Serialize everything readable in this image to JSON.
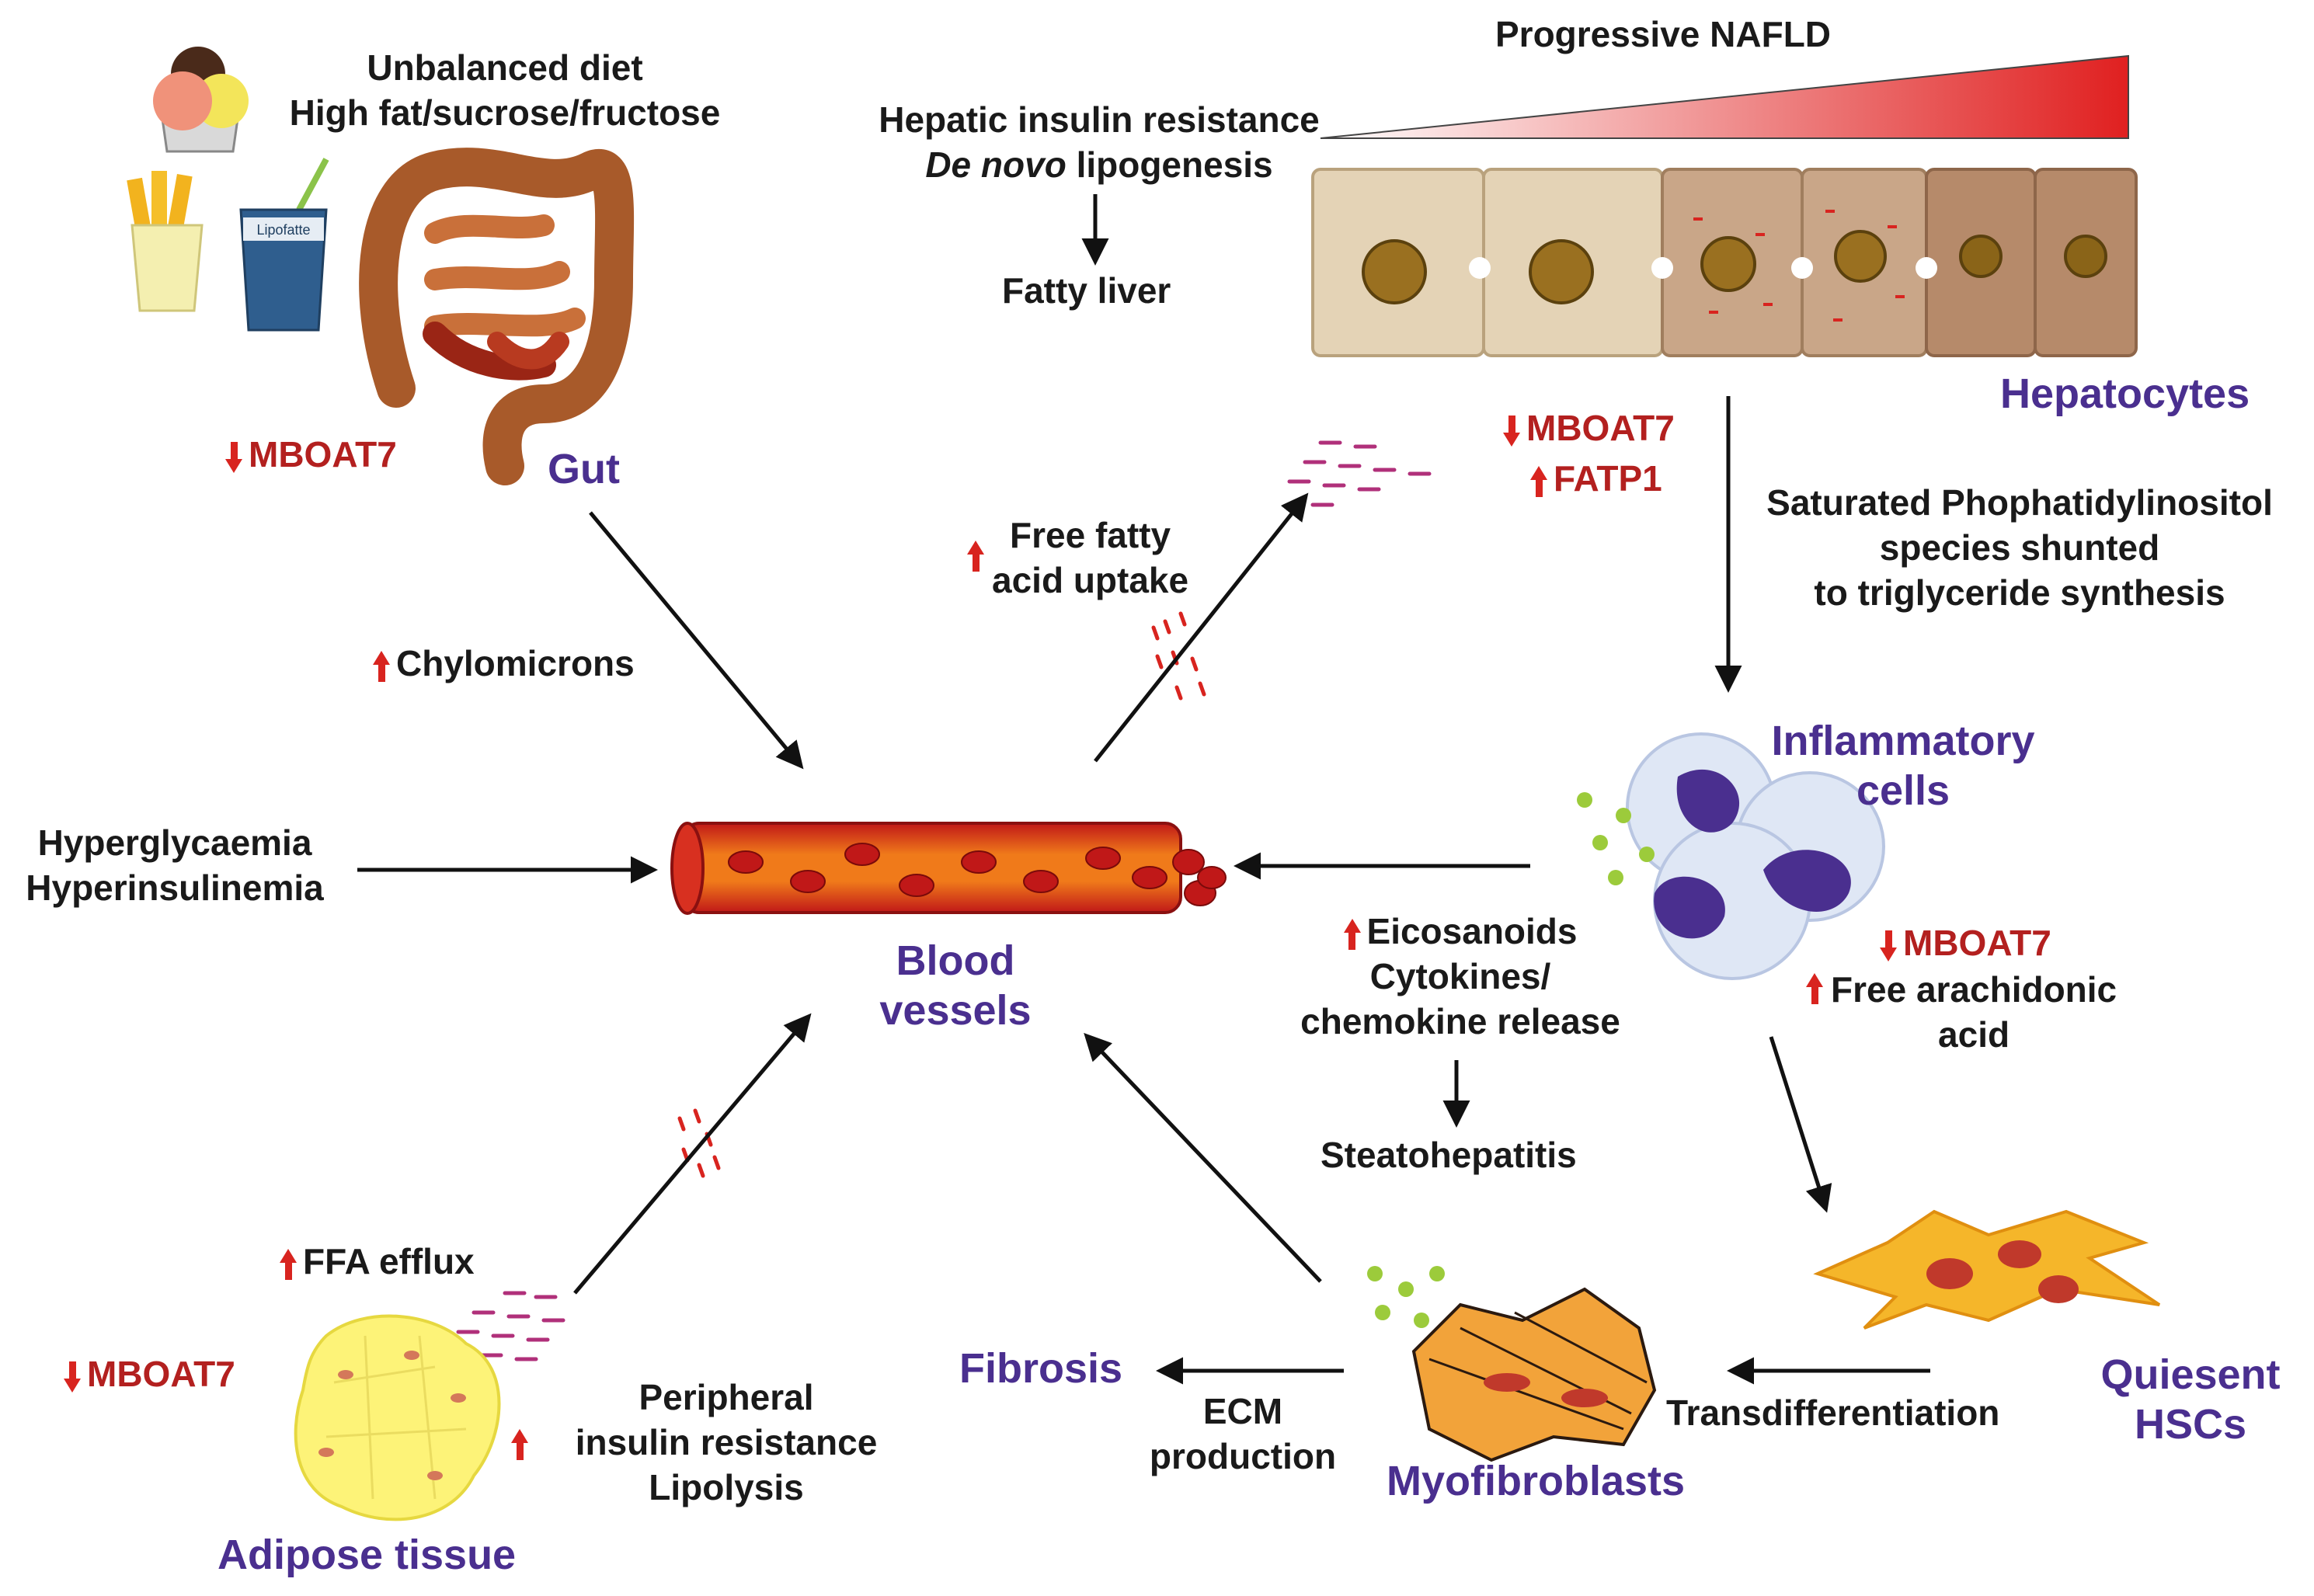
{
  "top_gradient": {
    "label": "Progressive NAFLD",
    "color_start": "#ffffff",
    "color_end": "#e02020"
  },
  "diet": {
    "line1": "Unbalanced diet",
    "line2": "High fat/sucrose/fructose",
    "cup_text": "Lipofatte"
  },
  "liver_top": {
    "line1": "Hepatic insulin resistance",
    "line2_italic": "De novo",
    "line2_rest": " lipogenesis",
    "result": "Fatty liver"
  },
  "nodes": {
    "gut": "Gut",
    "hepatocytes": "Hepatocytes",
    "blood_line1": "Blood",
    "blood_line2": "vessels",
    "inflammatory_line1": "Inflammatory",
    "inflammatory_line2": "cells",
    "quiescent_line1": "Quiesent",
    "quiescent_line2": "HSCs",
    "myofibroblasts": "Myofibroblasts",
    "fibrosis": "Fibrosis",
    "adipose": "Adipose tissue"
  },
  "markers": {
    "mboat7": "MBOAT7",
    "fatp1": "FATP1"
  },
  "edges": {
    "chylomicrons": "Chylomicrons",
    "ffa_uptake_line1": "Free fatty",
    "ffa_uptake_line2": "acid uptake",
    "hyper_line1": "Hyperglycaemia",
    "hyper_line2": "Hyperinsulinemia",
    "saturated_line1": "Saturated Phophatidylinositol",
    "saturated_line2": "species shunted",
    "saturated_line3": "to triglyceride synthesis",
    "eico_line1": "Eicosanoids",
    "eico_line2": "Cytokines/",
    "eico_line3": "chemokine release",
    "steatohepatitis": "Steatohepatitis",
    "arach_line1": "Free arachidonic",
    "arach_line2": "acid",
    "transdiff": "Transdifferentiation",
    "ecm_line1": "ECM",
    "ecm_line2": "production",
    "ffa_efflux": "FFA efflux",
    "peripheral_line1": "Peripheral",
    "peripheral_line2": "insulin resistance",
    "peripheral_line3": "Lipolysis"
  }
}
